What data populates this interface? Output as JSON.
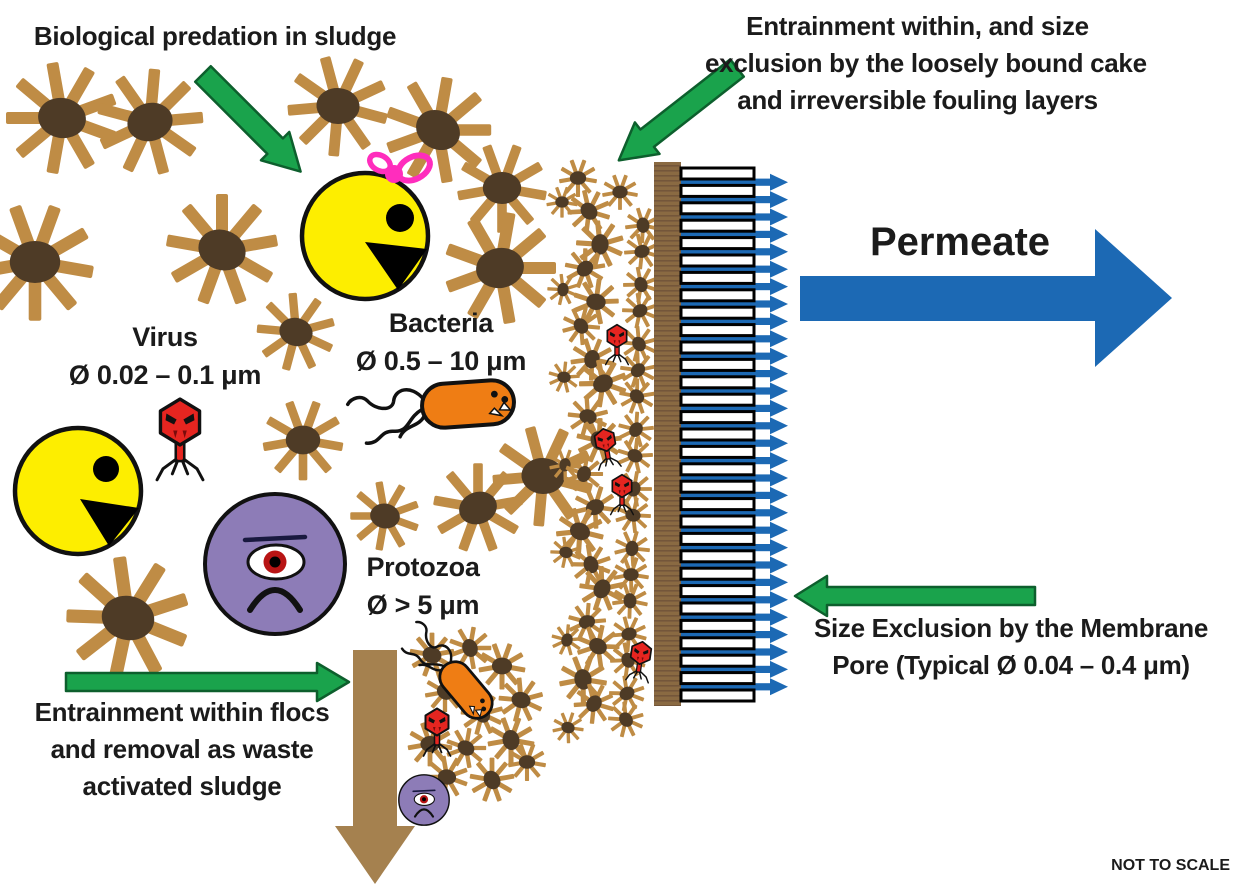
{
  "figure": {
    "titles": {
      "predation": "Biological predation in sludge",
      "cake_entrainment": [
        "Entrainment within, and size",
        "exclusion by the loosely bound cake",
        "and irreversible fouling layers"
      ],
      "floc_entrainment": [
        "Entrainment within flocs",
        "and removal as waste",
        "activated sludge"
      ],
      "size_exclusion": [
        "Size Exclusion by the Membrane",
        "Pore (Typical Ø  0.04 – 0.4 μm)"
      ],
      "permeate": "Permeate",
      "scale_note": "NOT TO SCALE"
    },
    "organisms": {
      "virus": {
        "name": "Virus",
        "size": "Ø  0.02 – 0.1 μm"
      },
      "bacteria": {
        "name": "Bacteria",
        "size": "Ø  0.5 – 10 μm"
      },
      "protozoa": {
        "name": "Protozoa",
        "size": "Ø  > 5 μm"
      }
    },
    "colors": {
      "arrow_green": "#1aa34c",
      "arrow_blue": "#1c69b4",
      "waste_brown": "#a5814f",
      "floc_spikes": "#bf8c45",
      "floc_core": "#4e3b26",
      "membrane_support": "#8a6a42",
      "protozoa_yellow": "#fdee00",
      "protozoa_purple": "#8d7cb7",
      "virus_red": "#e62520",
      "bacteria_orange": "#ef7d14",
      "bow_pink": "#ff2dbd"
    }
  }
}
